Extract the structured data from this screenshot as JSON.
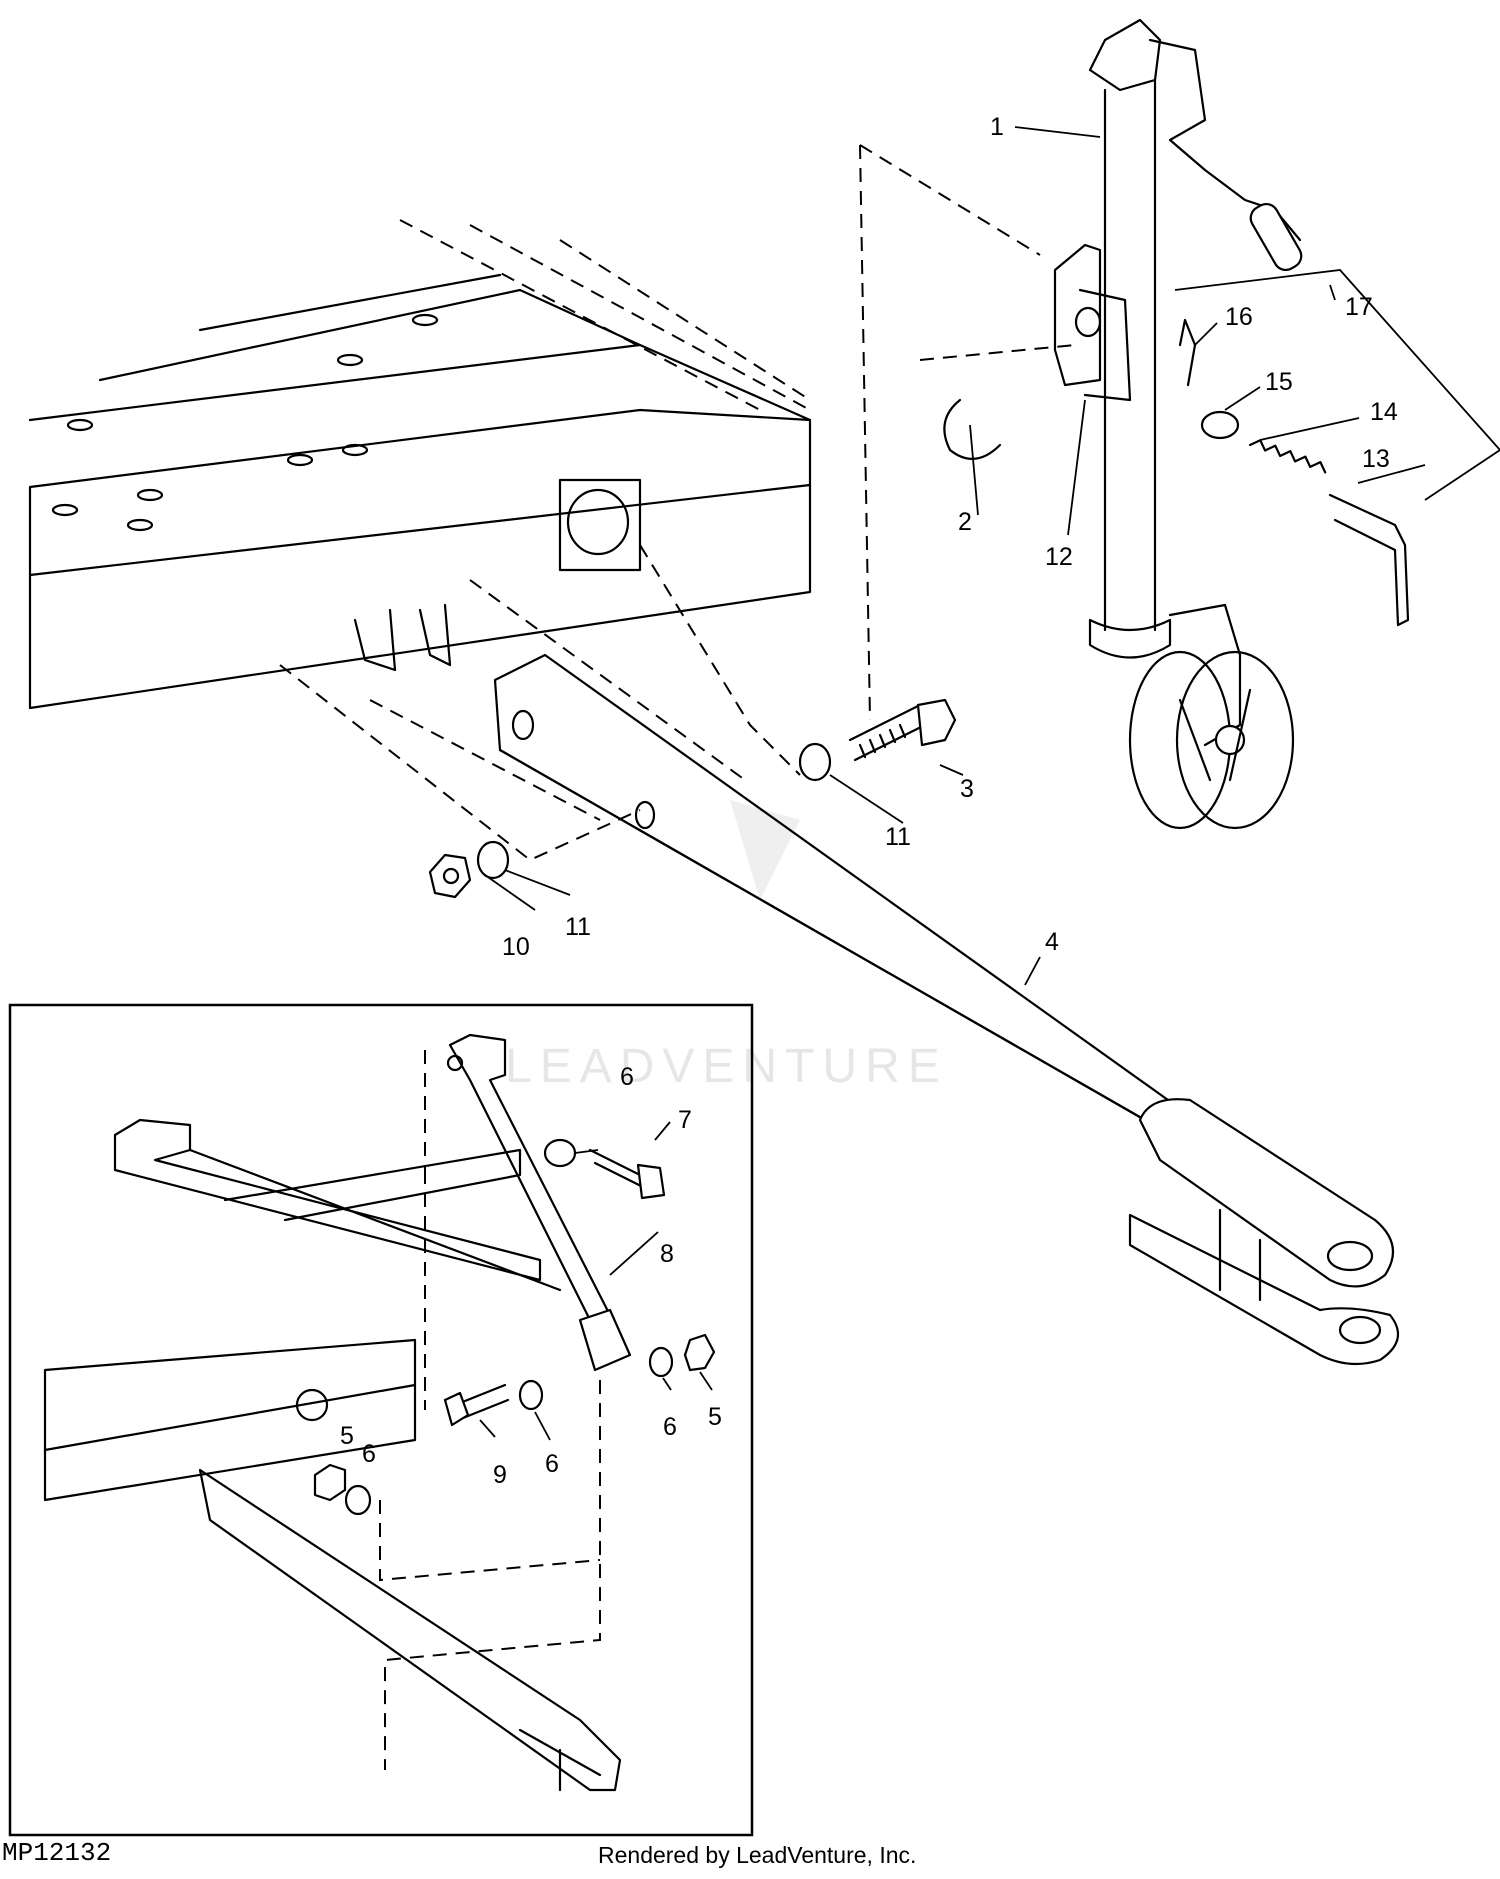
{
  "diagram_id": "MP12132",
  "credit": "Rendered by LeadVenture, Inc.",
  "watermark": "LEADVENTURE",
  "callouts": {
    "c1": "1",
    "c2": "2",
    "c3": "3",
    "c4": "4",
    "c5a": "5",
    "c5b": "5",
    "c6a": "6",
    "c6b": "6",
    "c6c": "6",
    "c6d": "6",
    "c7": "7",
    "c8": "8",
    "c9": "9",
    "c10": "10",
    "c11a": "11",
    "c11b": "11",
    "c12": "12",
    "c13": "13",
    "c14": "14",
    "c15": "15",
    "c16": "16",
    "c17": "17"
  },
  "colors": {
    "ink": "#000000",
    "paper": "#ffffff",
    "watermark": "#c9c9c9"
  }
}
